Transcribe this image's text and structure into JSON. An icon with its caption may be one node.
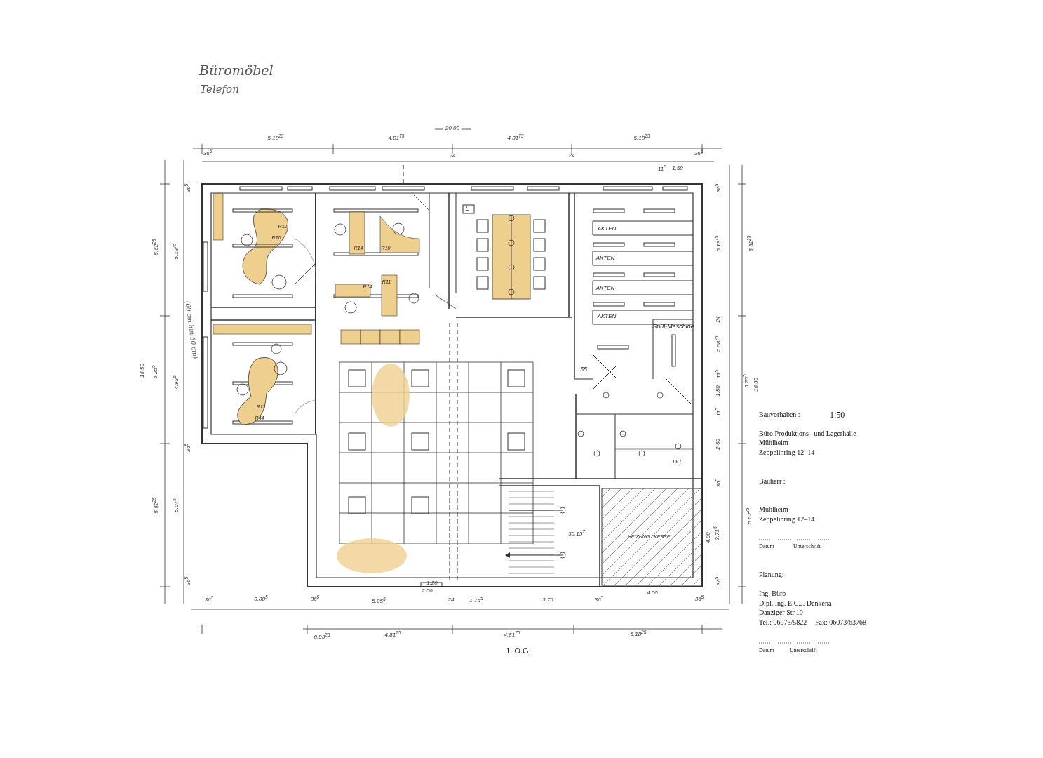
{
  "diagram": {
    "title": "Büromöbel",
    "labels": [
      "Telefon",
      "20.00",
      "5.18$^{25}$",
      "4.81$^{75}$",
      "4.81$^{75}$",
      "5.18$^{25}$",
      "36$^{5}$",
      "24",
      "24",
      "11$^{5}$",
      "1.50",
      "36$^{5}$",
      "5.62$^{25}$",
      "5.13$^{75}$",
      "36$^{5}$",
      "(60 cm hin 50 cm)",
      "16,50",
      "5.25$^{5}$",
      "4.93$^{5}$",
      "36$^{5}$",
      "5.62$^{25}$",
      "5.07$^{5}$",
      "36$^{5}$",
      "R12",
      "R10",
      "R14",
      "R10",
      "R14",
      "R11",
      "R13",
      "R44",
      "L",
      "AKTEN",
      "AKTEN",
      "AKTEN",
      "AKTEN",
      "Spül-Maschine",
      "55",
      "DU",
      "30.15$^{7}$",
      "HEIZUNG / KESSEL",
      "36$^{5}$",
      "5.13$^{75}$",
      "5.62$^{25}$",
      "24",
      "2.08$^{25}$",
      "11$^{5}$",
      "1.50",
      "11$^{5}$",
      "2.60",
      "5.25$^{5}$",
      "16.50",
      "36$^{5}$",
      "5.62$^{25}$",
      "4.08",
      "3.71$^{5}$",
      "36$^{5}$",
      "36$^{5}$",
      "3.88$^{5}$",
      "36$^{5}$",
      "5.25$^{5}$",
      "24",
      "1.76$^{5}$",
      "3.75",
      "36$^{5}$",
      "4.00",
      "36$^{5}$",
      "1.20",
      "2.50",
      "0.93$^{25}$",
      "4.81$^{75}$",
      "4.81$^{75}$",
      "5.18$^{25}$",
      "1. O.G.",
      "Bauvorhaben :",
      "1:50",
      "Büro Produktions– und Lagerhalle",
      "Mühlheim",
      "Zeppelinring 12–14",
      "Bauherr :",
      "Mühlheim",
      "Zeppelinring 12–14",
      "Datum",
      "Unterschrift",
      "Planung:",
      "Ing. Büro",
      "Dipl. Ing. E.C.J. Denkena",
      "Danziger Str.10",
      "Tel.: 06073/5822",
      "Fax: 06073/63768",
      "Datum",
      "Unterschrift"
    ]
  }
}
